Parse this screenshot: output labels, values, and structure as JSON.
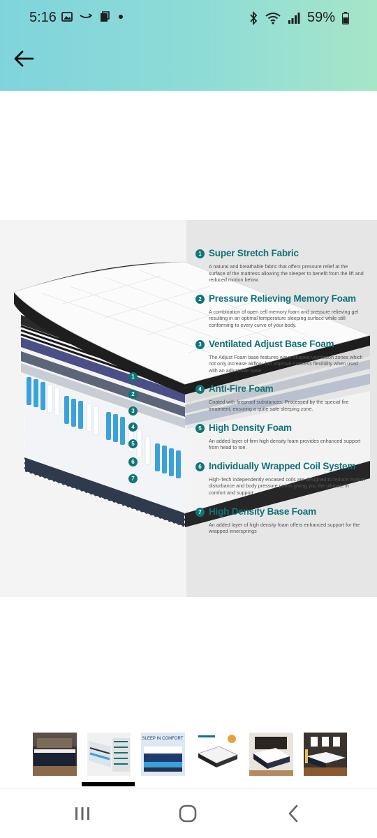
{
  "status_bar": {
    "time": "5:16",
    "battery": "59%",
    "icons": [
      "gallery-icon",
      "cast-icon",
      "clipboard-icon",
      "dot-icon",
      "bluetooth-icon",
      "wifi-icon",
      "signal-icon",
      "battery-icon"
    ]
  },
  "app_bar": {
    "back_icon": "arrow-left-icon"
  },
  "product_image": {
    "features": [
      {
        "num": "1",
        "title": "Super Stretch Fabric",
        "desc": "A natural and breathable fabric that offers pressure relief at the surface of the mattress allowing the sleeper to benefit from the lift and reduced motion below."
      },
      {
        "num": "2",
        "title": "Pressure Relieving Memory Foam",
        "desc": "A combination of open cell memory foam and pressure relieving gel resulting in an optimal temperature sleeping surface while still conforming to every curve of your body."
      },
      {
        "num": "3",
        "title": "Ventilated Adjust Base Foam",
        "desc": "The Adjust Foam base features wave-shaped ventilation zones which not only increase airflow, but improve mattress flexibility when used with an adjustable base"
      },
      {
        "num": "4",
        "title": "Anti-Fire Foam",
        "desc": "Coated with fireproof substances. Processed by the special fire treatment, ensuring a quite safe sleeping zone."
      },
      {
        "num": "5",
        "title": "High Density Foam",
        "desc": "An added layer of firm high density foam provides enhanced support from head to toe."
      },
      {
        "num": "6",
        "title": "Individually Wrapped Coil System",
        "desc": "High-Tech independently encased coils are designed to reduce motion disturbance and body pressure points giving you the ultimate in comfort and support."
      },
      {
        "num": "7",
        "title": "High Density Base Foam",
        "desc": "An added layer of high density foam offers enhanced support for the wrapped innersprings"
      }
    ],
    "layer_markers": [
      "1",
      "2",
      "3",
      "4",
      "5",
      "6",
      "7"
    ]
  },
  "thumbnails": {
    "count": 6,
    "active_index": 1,
    "thumb2_caption": "SLEEP IN COMFORT"
  },
  "nav_bar": {
    "recents_icon": "recents-icon",
    "home_icon": "home-icon",
    "back_icon": "chevron-left-icon"
  },
  "colors": {
    "accent_teal": "#117277",
    "topbar_start": "#7fd4dc",
    "topbar_end": "#a6e6c8"
  }
}
